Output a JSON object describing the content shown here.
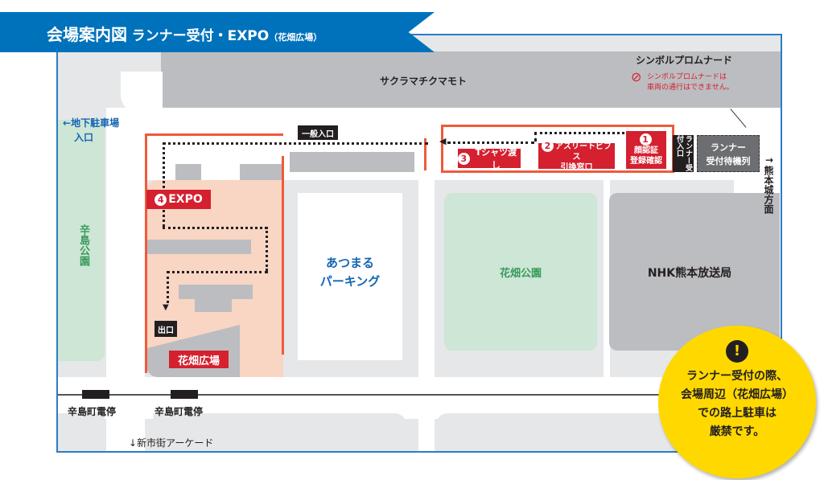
{
  "banner": {
    "title": "会場案内図",
    "subtitle": "ランナー受付・EXPO",
    "subtitle_small": "（花畑広場）"
  },
  "map": {
    "sakuramachi": "サクラマチクマモト",
    "promenade": {
      "name": "シンボルプロムナード",
      "notice_line1": "シンボルプロムナードは",
      "notice_line2": "車両の通行はできません。",
      "icon": "no-entry-icon"
    },
    "underground_parking": {
      "arrow": "←",
      "line1": "地下駐車場",
      "line2": "入口"
    },
    "karashima_park": "辛島公園",
    "general_entrance": "一般入口",
    "steps": [
      {
        "num": "1",
        "label_line1": "顔認証",
        "label_line2": "登録確認"
      },
      {
        "num": "2",
        "label_line1": "アスリートビブス",
        "label_line2": "引換窓口"
      },
      {
        "num": "3",
        "label_line1": "Tシャツ渡し",
        "label_line2": ""
      },
      {
        "num": "4",
        "label_line1": "EXPO",
        "label_line2": ""
      }
    ],
    "runner_entrance": "ランナー受付入口",
    "runner_queue": {
      "line1": "ランナー",
      "line2": "受付待機列"
    },
    "kumamoto_castle": {
      "arrow": "→",
      "text": "熊本城方面"
    },
    "atsumaru": {
      "line1": "あつまる",
      "line2": "パーキング"
    },
    "hanabata_park": "花畑公園",
    "nhk": "NHK熊本放送局",
    "exit": "出口",
    "hanabata_plaza": "花畑広場",
    "tram_stop_1": "辛島町電停",
    "tram_stop_2": "辛島町電停",
    "arcade": "↓新市街アーケード"
  },
  "warning": {
    "icon": "exclamation-icon",
    "line1": "ランナー受付の際、",
    "line2": "会場周辺（花畑広場）",
    "line3": "での路上駐車は",
    "line4": "厳禁です。"
  },
  "colors": {
    "blue": "#0072bc",
    "red": "#d4202f",
    "outline": "#ef5a3c",
    "yellow": "#ffd800",
    "peach": "#f9d5c4"
  }
}
